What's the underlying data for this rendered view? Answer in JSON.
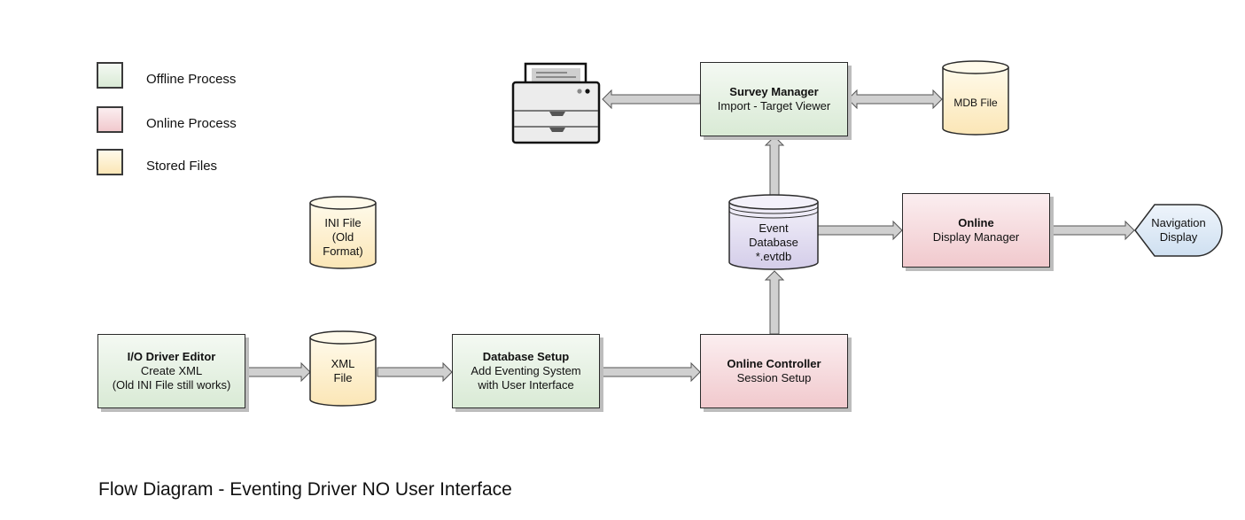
{
  "legend": [
    {
      "label": "Offline Process",
      "color": "#e3f0df"
    },
    {
      "label": "Online Process",
      "color": "#f5d7da"
    },
    {
      "label": "Stored Files",
      "color": "#fdf0cc"
    }
  ],
  "nodes": {
    "io_driver_editor": {
      "title": "I/O Driver Editor",
      "lines": [
        "Create XML",
        "(Old INI File still works)"
      ]
    },
    "xml_file": {
      "lines": [
        "XML",
        "File"
      ]
    },
    "ini_file": {
      "lines": [
        "INI File",
        "(Old",
        "Format)"
      ]
    },
    "database_setup": {
      "title": "Database Setup",
      "lines": [
        "Add Eventing System",
        "with User Interface"
      ]
    },
    "online_controller": {
      "title": "Online Controller",
      "lines": [
        "Session Setup"
      ]
    },
    "event_database": {
      "lines": [
        "Event",
        "Database",
        "*.evtdb"
      ]
    },
    "survey_manager": {
      "title": "Survey Manager",
      "lines": [
        "Import - Target Viewer"
      ]
    },
    "mdb_file": {
      "lines": [
        "MDB File"
      ]
    },
    "online_display_manager": {
      "title": "Online",
      "lines": [
        "Display Manager"
      ]
    },
    "navigation_display": {
      "lines": [
        "Navigation",
        "Display"
      ]
    },
    "printer": {
      "icon": "printer-icon"
    }
  },
  "edges": [
    {
      "from": "io_driver_editor",
      "to": "xml_file"
    },
    {
      "from": "xml_file",
      "to": "database_setup"
    },
    {
      "from": "database_setup",
      "to": "online_controller"
    },
    {
      "from": "online_controller",
      "to": "event_database"
    },
    {
      "from": "event_database",
      "to": "survey_manager"
    },
    {
      "from": "event_database",
      "to": "online_display_manager"
    },
    {
      "from": "online_display_manager",
      "to": "navigation_display"
    },
    {
      "from": "survey_manager",
      "to": "printer"
    },
    {
      "from": "survey_manager",
      "to": "mdb_file",
      "bidirectional": true
    }
  ],
  "caption": "Flow Diagram - Eventing Driver NO User Interface"
}
